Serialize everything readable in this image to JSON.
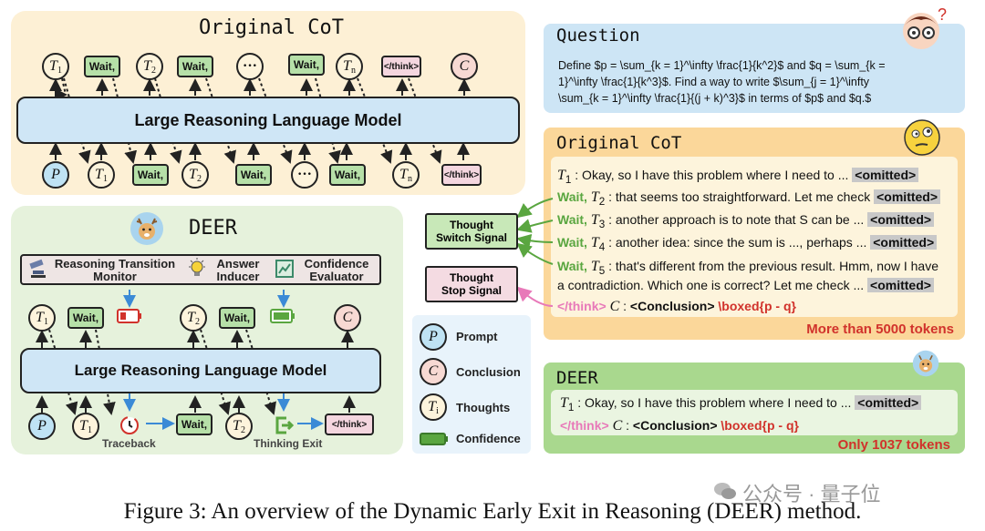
{
  "top_panel": {
    "title": "Original CoT",
    "model_label": "Large Reasoning Language Model"
  },
  "tokens": {
    "T1": "T",
    "T2": "T",
    "Tn": "T",
    "Ti": "T",
    "P": "P",
    "C": "C",
    "sub1": "1",
    "sub2": "2",
    "subn": "n",
    "subi": "i",
    "wait": "Wait,",
    "dots": "···",
    "think": "</think>"
  },
  "deer_panel": {
    "title": "DEER",
    "model_label": "Large Reasoning Language Model",
    "modules": [
      {
        "label_line1": "Reasoning Transition",
        "label_line2": "Monitor"
      },
      {
        "label_line1": "Answer",
        "label_line2": "Inducer"
      },
      {
        "label_line1": "Confidence",
        "label_line2": "Evaluator"
      }
    ],
    "traceback": "Traceback",
    "thinking_exit": "Thinking Exit"
  },
  "signals": {
    "switch_line1": "Thought",
    "switch_line2": "Switch Signal",
    "stop_line1": "Thought",
    "stop_line2": "Stop Signal"
  },
  "legend": {
    "prompt": "Prompt",
    "conclusion": "Conclusion",
    "thoughts": "Thoughts",
    "confidence": "Confidence"
  },
  "question": {
    "title": "Question",
    "line1": "Define $p = \\sum_{k = 1}^\\infty \\frac{1}{k^2}$ and $q = \\sum_{k =",
    "line2": "1}^\\infty \\frac{1}{k^3}$. Find a way to write $\\sum_{j = 1}^\\infty",
    "line3": "\\sum_{k = 1}^\\infty \\frac{1}{(j + k)^3}$ in terms of $p$ and $q.$"
  },
  "original_cot": {
    "title": "Original CoT",
    "wait": "Wait,",
    "omitted": "<omitted>",
    "l1": " : Okay, so I have this problem where I need to ... ",
    "l2": " : that seems too straightforward. Let me check ",
    "l3": " : another approach is to note that S can be ... ",
    "l4": " : another idea: since the sum is ..., perhaps ... ",
    "l5a": " : that's different from the previous result. Hmm, now I have",
    "l5b": "a contradiction. Which one is correct? Let me check ... ",
    "think": "</think>",
    "conclusion": "<Conclusion>",
    "boxed": "\\boxed{p - q}",
    "tokens_note": "More than 5000 tokens"
  },
  "deer_result": {
    "title": "DEER",
    "l1": " : Okay, so I have this problem where I need to ... ",
    "omitted": "<omitted>",
    "think": "</think>",
    "conclusion": "<Conclusion>",
    "boxed": "\\boxed{p - q}",
    "tokens_note": "Only 1037 tokens"
  },
  "watermark": "公众号 · 量子位",
  "caption": "Figure 3: An overview of the Dynamic Early Exit in Reasoning (DEER) method.",
  "colors": {
    "orange_panel": "#fdf0d5",
    "green_panel": "#e6f2dc",
    "blue_panel": "#cfe6f6",
    "accent_red": "#d1322b",
    "accent_green": "#5aa640",
    "accent_pink": "#e879b9"
  },
  "icons": [
    "deer-mascot-icon",
    "confused-girl-icon",
    "thinking-face-icon",
    "microscope-icon",
    "lightbulb-icon",
    "chart-icon",
    "clock-icon",
    "exit-icon",
    "battery-low-icon",
    "battery-full-icon",
    "wechat-icon"
  ]
}
